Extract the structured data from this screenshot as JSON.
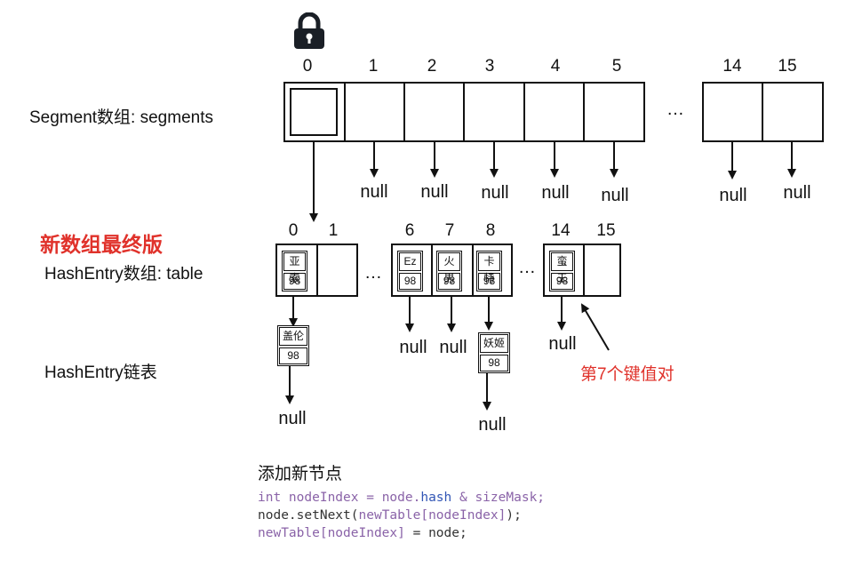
{
  "segments": {
    "label": "Segment数组: segments",
    "indices": [
      "0",
      "1",
      "2",
      "3",
      "4",
      "5",
      "14",
      "15"
    ],
    "ellipsis": "…",
    "null_label": "null"
  },
  "title_red": "新数组最终版",
  "table": {
    "label": "HashEntry数组: table",
    "indices": [
      "0",
      "1",
      "6",
      "7",
      "8",
      "14",
      "15"
    ],
    "ellipsis": "…",
    "entries": [
      {
        "key": "亚索",
        "hash": "98"
      },
      {
        "key": "Ez",
        "hash": "98"
      },
      {
        "key": "火男",
        "hash": "98"
      },
      {
        "key": "卡特",
        "hash": "98"
      },
      {
        "key": "蛮王",
        "hash": "98"
      }
    ]
  },
  "chain": {
    "label": "HashEntry链表",
    "entries": [
      {
        "key": "盖伦",
        "hash": "98"
      },
      {
        "key": "妖姬",
        "hash": "98"
      }
    ],
    "null_label": "null"
  },
  "note_red": "第7个键值对",
  "code": {
    "title": "添加新节点",
    "line1": {
      "kw": "int",
      "rest_a": " nodeIndex = node.",
      "field": "hash",
      "rest_b": " & sizeMask;"
    },
    "line2": {
      "a": "node.setNext(",
      "b": "newTable[nodeIndex]",
      "c": ");"
    },
    "line3": {
      "a": "newTable[nodeIndex]",
      "b": " = node;"
    }
  },
  "icons": {
    "lock": "lock-icon"
  }
}
